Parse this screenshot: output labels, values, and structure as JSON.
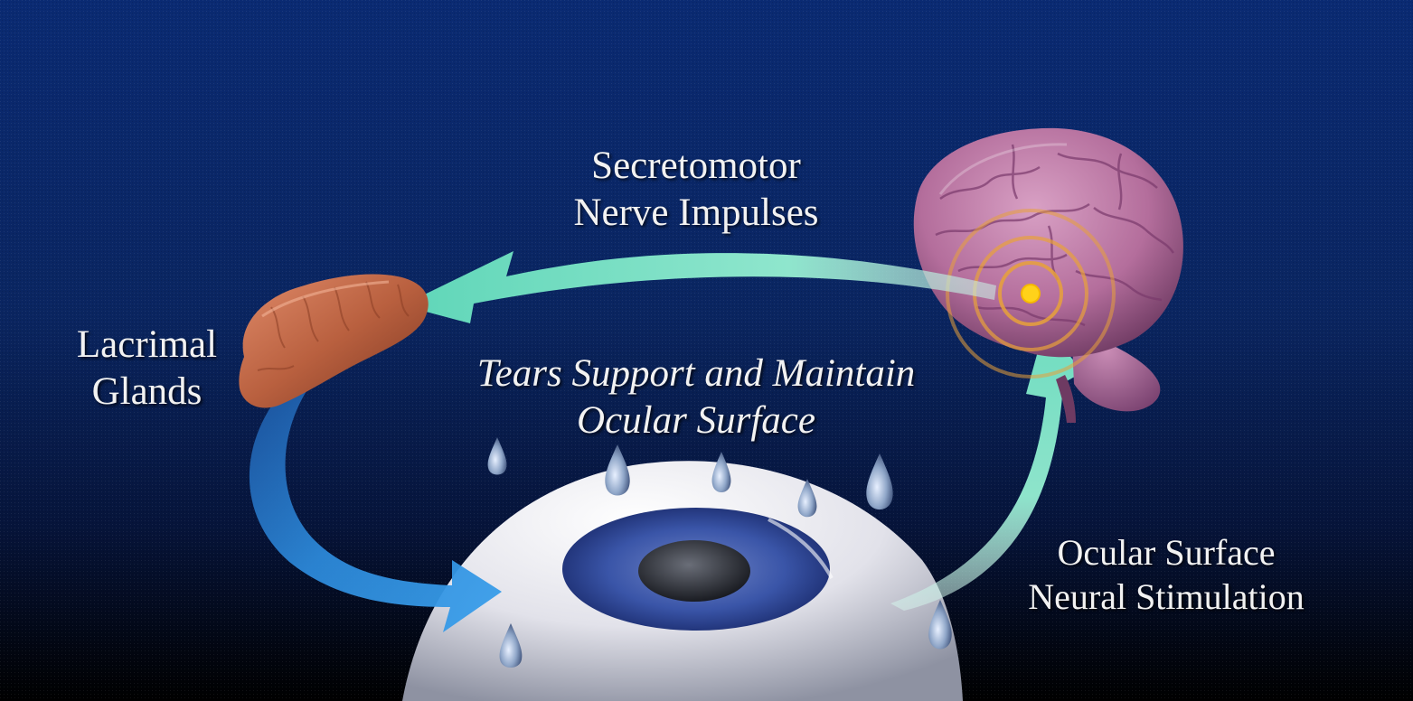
{
  "colors": {
    "background_top": "#0a2a72",
    "background_bottom": "#000000",
    "arrow_teal": "#7ee0c4",
    "arrow_blue": "#2c8fe0",
    "gland": "#c06a4a",
    "brain": "#b8729e",
    "pulse_rings": "#e8a13a",
    "eye": "#e6e6ec",
    "iris": "#2a3f8e",
    "text": "#f2f2f2"
  },
  "icons": [
    "brain-illustration",
    "lacrimal-gland-illustration",
    "eyeball-illustration",
    "tear-drop-icon",
    "neural-pulse-rings"
  ],
  "labels": {
    "secretomotor": {
      "line1": "Secretomotor",
      "line2": "Nerve Impulses"
    },
    "lacrimal": {
      "line1": "Lacrimal",
      "line2": "Glands"
    },
    "tears": {
      "line1": "Tears Support and Maintain",
      "line2": "Ocular Surface"
    },
    "ocular": {
      "line1": "Ocular Surface",
      "line2": "Neural Stimulation"
    }
  }
}
